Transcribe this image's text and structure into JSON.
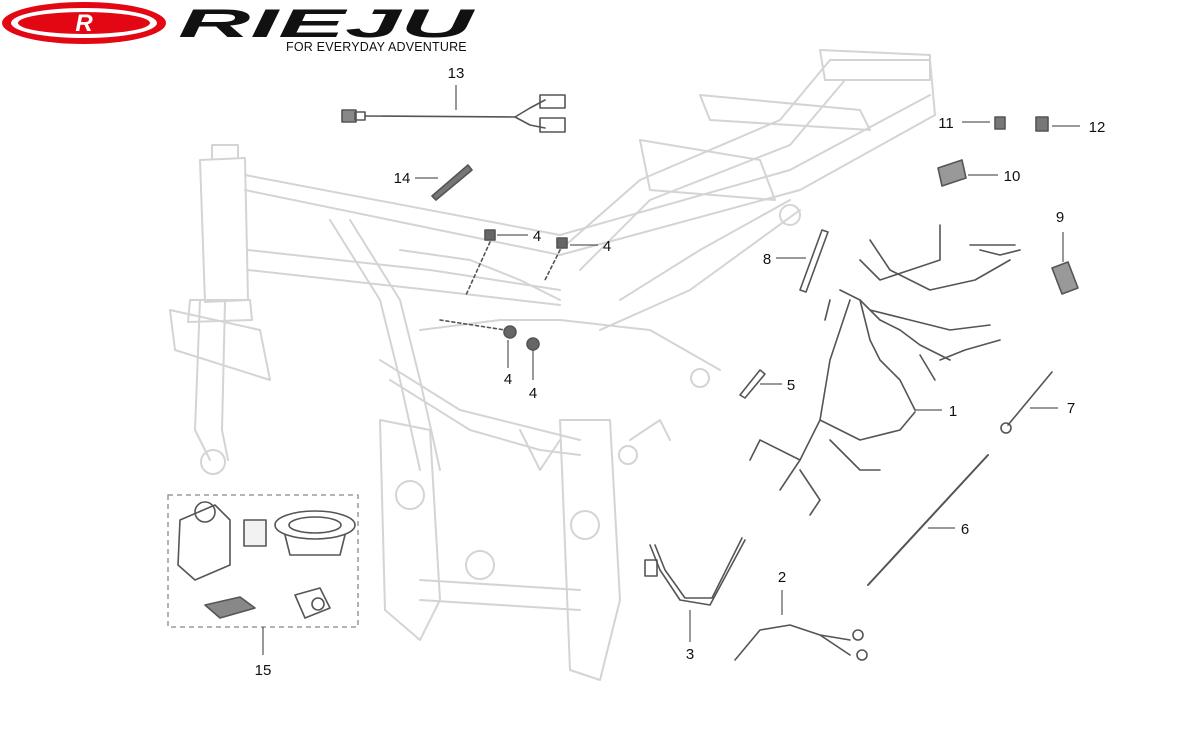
{
  "brand": {
    "logo_letter": "R",
    "name": "RIEJU",
    "tagline": "FOR EVERYDAY ADVENTURE",
    "colors": {
      "primary": "#e30613",
      "text": "#111111"
    }
  },
  "diagram": {
    "line_color": "#d4d4d4",
    "part_color": "#555555",
    "callouts": [
      "1",
      "2",
      "3",
      "4",
      "5",
      "6",
      "7",
      "8",
      "9",
      "10",
      "11",
      "12",
      "13",
      "14",
      "15"
    ],
    "callouts_4": [
      "4",
      "4",
      "4",
      "4"
    ],
    "kit_box_label": "15"
  }
}
